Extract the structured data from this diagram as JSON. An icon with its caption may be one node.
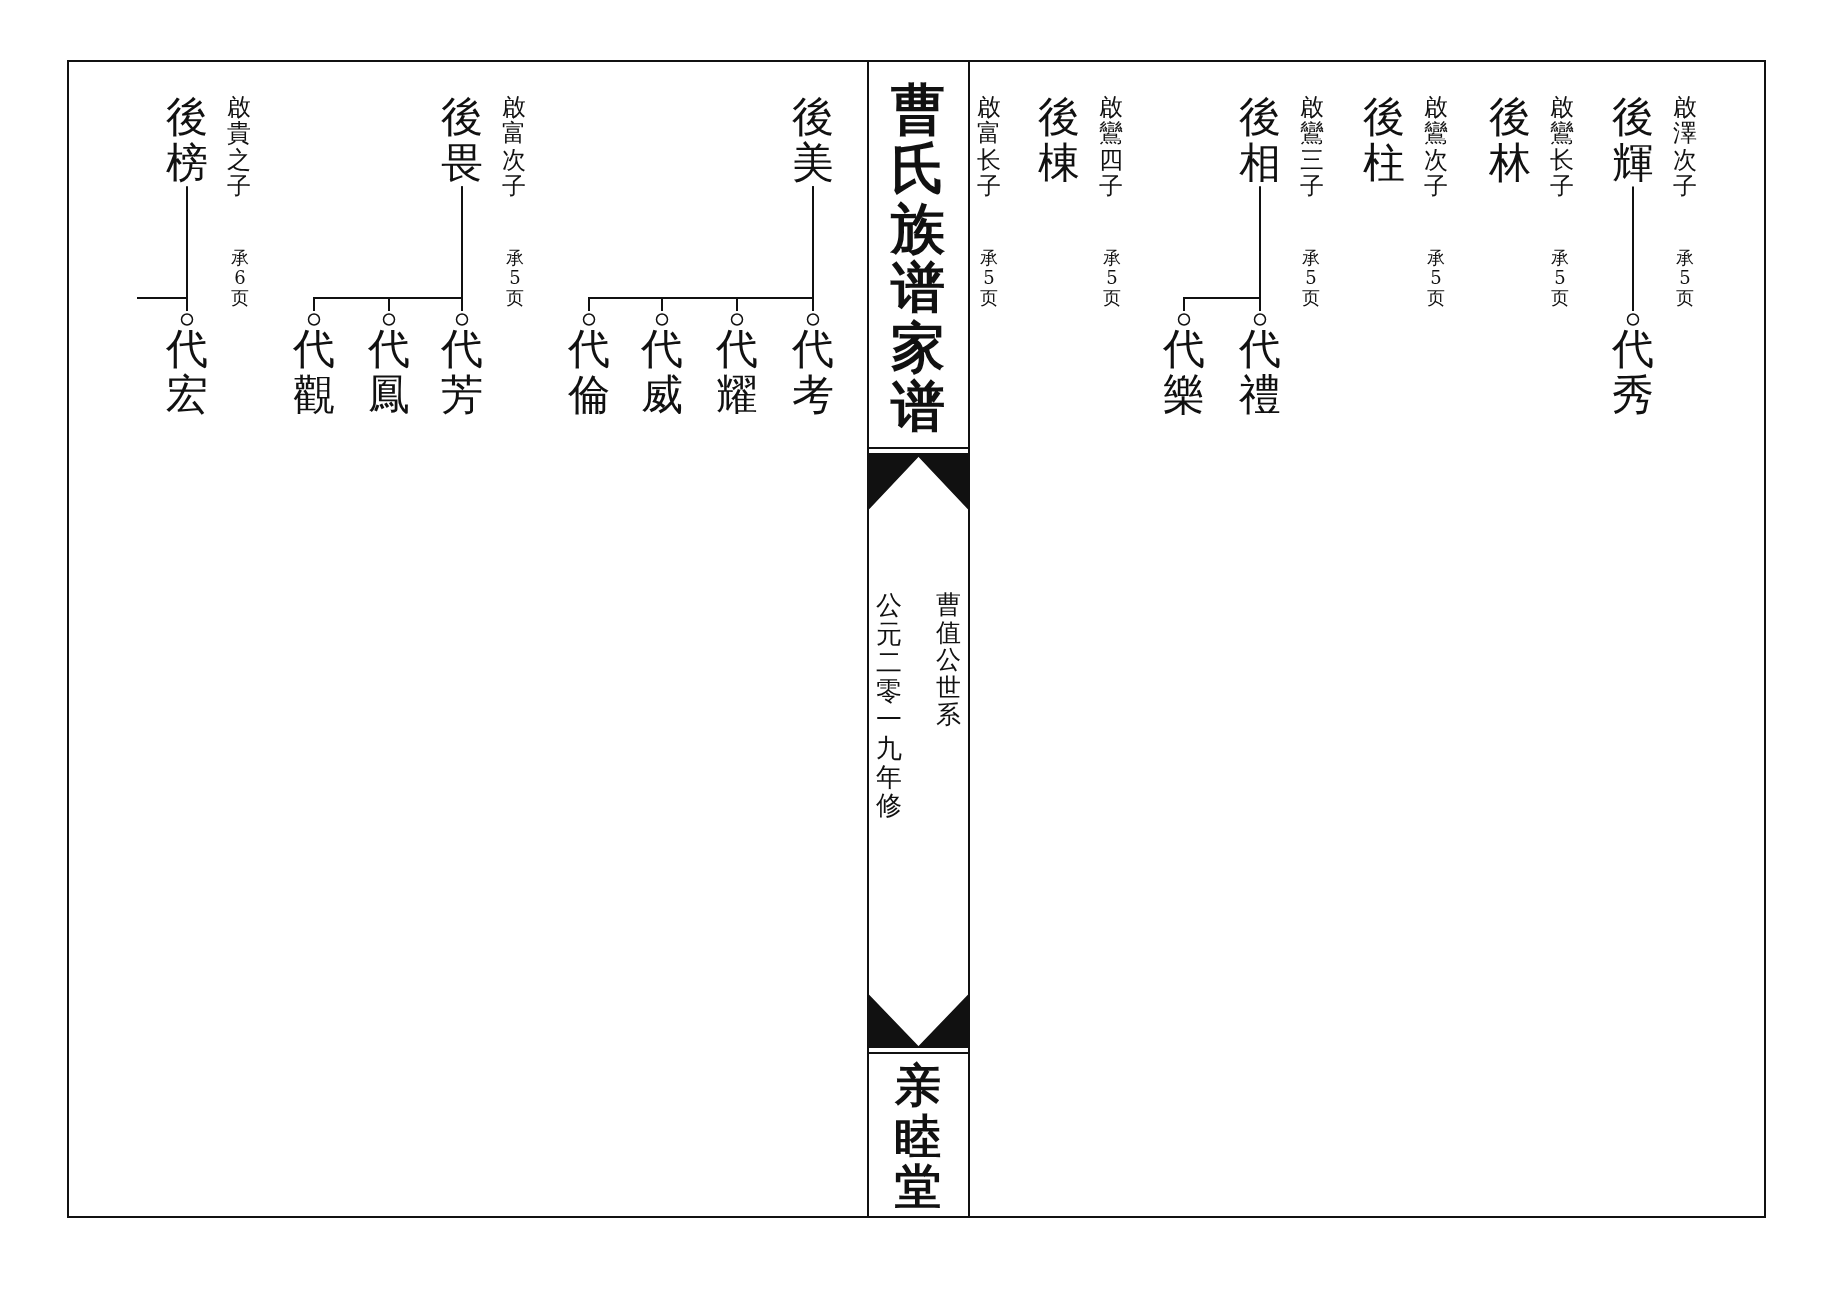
{
  "diagram": {
    "title": "曹氏族谱家谱",
    "nodes": [
      {
        "text": [
          "後輝"
        ],
        "beside": [
          "啟澤次子"
        ]
      },
      {
        "text": [
          "代秀"
        ]
      },
      {
        "text": [
          "後林"
        ],
        "beside": [
          "啟鸞长子"
        ]
      },
      {
        "text": [
          "後柱"
        ],
        "beside": [
          "啟鸞次子"
        ]
      },
      {
        "text": [
          "後相"
        ],
        "beside": [
          "啟鸞三子"
        ]
      },
      {
        "text": [
          "代禮"
        ]
      },
      {
        "text": [
          "代樂"
        ]
      },
      {
        "text": [
          "後棟"
        ],
        "beside": [
          "啟鸞四子"
        ]
      },
      {
        "text": [
          "後美"
        ]
      },
      {
        "text": [
          "代考"
        ]
      },
      {
        "text": [
          "代耀"
        ]
      },
      {
        "text": [
          "代威"
        ]
      },
      {
        "text": [
          "代倫"
        ]
      },
      {
        "text": [
          "後畏"
        ],
        "beside": [
          "啟富次子"
        ]
      },
      {
        "text": [
          "代芳"
        ]
      },
      {
        "text": [
          "代鳳"
        ]
      },
      {
        "text": [
          "代觀"
        ]
      },
      {
        "text": [
          "後榜"
        ],
        "beside": [
          "啟貴之子"
        ]
      },
      {
        "text": [
          "代宏"
        ]
      }
    ],
    "edges": [
      {
        "from": 0,
        "to": 1,
        "arrow": "other"
      },
      {
        "from": 4,
        "to": 5,
        "arrow": "other"
      },
      {
        "from": 4,
        "to": 6,
        "arrow": "other"
      },
      {
        "from": 8,
        "to": 9,
        "arrow": "other"
      },
      {
        "from": 8,
        "to": 10,
        "arrow": "other"
      },
      {
        "from": 8,
        "to": 11,
        "arrow": "other"
      },
      {
        "from": 8,
        "to": 12,
        "arrow": "other"
      },
      {
        "from": 13,
        "to": 14,
        "arrow": "other"
      },
      {
        "from": 13,
        "to": 15,
        "arrow": "other"
      },
      {
        "from": 13,
        "to": 16,
        "arrow": "other"
      },
      {
        "from": 17,
        "to": 18,
        "arrow": "other"
      },
      {
        "from": 17,
        "to": null,
        "arrow": "none"
      }
    ],
    "labels": [
      "承5页",
      "承5页",
      "承5页",
      "承5页",
      "承5页",
      "啟富长子",
      "承5页",
      "曹值公世系",
      "公元二零一九年修",
      "亲睦堂",
      "承5页",
      "承6页"
    ]
  }
}
